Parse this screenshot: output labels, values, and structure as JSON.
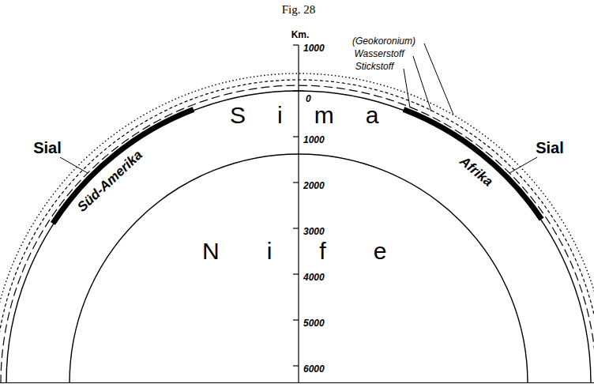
{
  "diagram": {
    "title": "Fig. 28",
    "labels": [
      "Km.",
      "1000",
      "0",
      "1000",
      "2000",
      "3000",
      "4000",
      "5000",
      "6000",
      "(Geokoronium)",
      "Wasserstoff",
      "Stickstoff",
      "Sima",
      "Nife",
      "Sial",
      "Süd-Amerika",
      "Sial",
      "Afrika"
    ]
  }
}
